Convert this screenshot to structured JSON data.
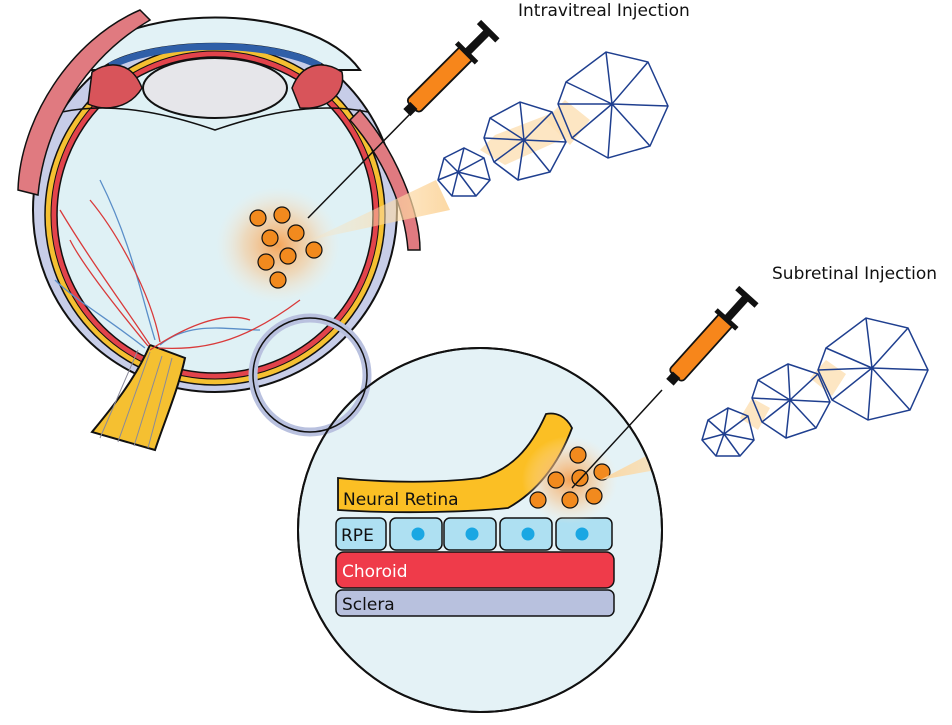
{
  "labels": {
    "intravitreal": "Intravitreal Injection",
    "subretinal": "Subretinal Injection"
  },
  "layers": {
    "neural_retina": "Neural Retina",
    "rpe": "RPE",
    "choroid": "Choroid",
    "sclera": "Sclera"
  },
  "colors": {
    "syringe_orange": "#f7861b",
    "particle_orange": "#f28a1e",
    "retina_yellow": "#fbbf24",
    "choroid_red": "#ef3b4a",
    "sclera_lavender": "#b8c1de",
    "rpe_blue": "#aee0f2",
    "nucleus_blue": "#1aa7e3",
    "capsid_blue": "#1f3f8f",
    "vitreous": "#dff1f5"
  }
}
